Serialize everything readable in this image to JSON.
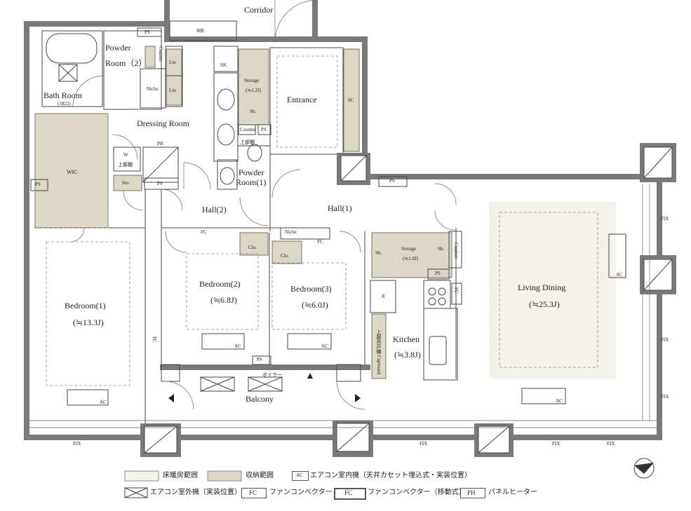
{
  "rooms": {
    "corridor": "Corridor",
    "powder2_a": "Powder",
    "powder2_b": "Room（2）",
    "bath": "Bath Room",
    "bath_size": "(1822)",
    "dressing": "Dressing Room",
    "entrance": "Entrance",
    "storage1": "Storage",
    "storage1_size": "(≒1.2J)",
    "powder1_a": "Powder",
    "powder1_b": "Room(1)",
    "wic": "WIC",
    "hall2": "Hall(2)",
    "hall1": "Hall(1)",
    "bedroom1": "Bedroom(1)",
    "bedroom1_size": "(≒13.3J)",
    "bedroom2": "Bedroom(2)",
    "bedroom2_size": "(≒6.8J)",
    "bedroom3": "Bedroom(3)",
    "bedroom3_size": "(≒6.0J)",
    "storage2": "Storage",
    "storage2_size": "(≒1.8J)",
    "kitchen": "Kitchen",
    "kitchen_size": "(≒3.8J)",
    "living": "Living Dining",
    "living_size": "(≒25.3J)",
    "balcony": "Balcony"
  },
  "tags": {
    "ps": "PS",
    "mb": "MB",
    "sk": "SK",
    "lin": "Lin",
    "niche": "Niche",
    "sh": "Sh.",
    "sc": "SC",
    "counter": "Counter",
    "jobutana": "上部棚",
    "w": "W",
    "ph": "PH",
    "sto": "Sto.",
    "fc": "FC",
    "clo": "Clo.",
    "ac": "AC",
    "r": "R",
    "fix": "FIX",
    "boiler": "ボイラー",
    "cupboard": "上部吊戸棚 Cupboard",
    "counter_jobu": "上部棚 Counter"
  },
  "legend": {
    "heated": "床暖房範囲",
    "storage": "収納範囲",
    "ac_indoor": "エアコン室内機（天井カセット埋込式・実装位置）",
    "ac_outdoor": "エアコン室外機（実装位置）",
    "fc_fixed": "ファンコンベクター",
    "fc_mobile": "ファンコンベクター（移動式）",
    "ph_panel": "パネルヒーター",
    "ac_key": "AC",
    "fc_key": "FC",
    "ph_key": "PH"
  },
  "colors": {
    "heated_area": "#f4f0ea",
    "storage_area": "#ddd8c6",
    "wall": "#7a7a7a"
  }
}
